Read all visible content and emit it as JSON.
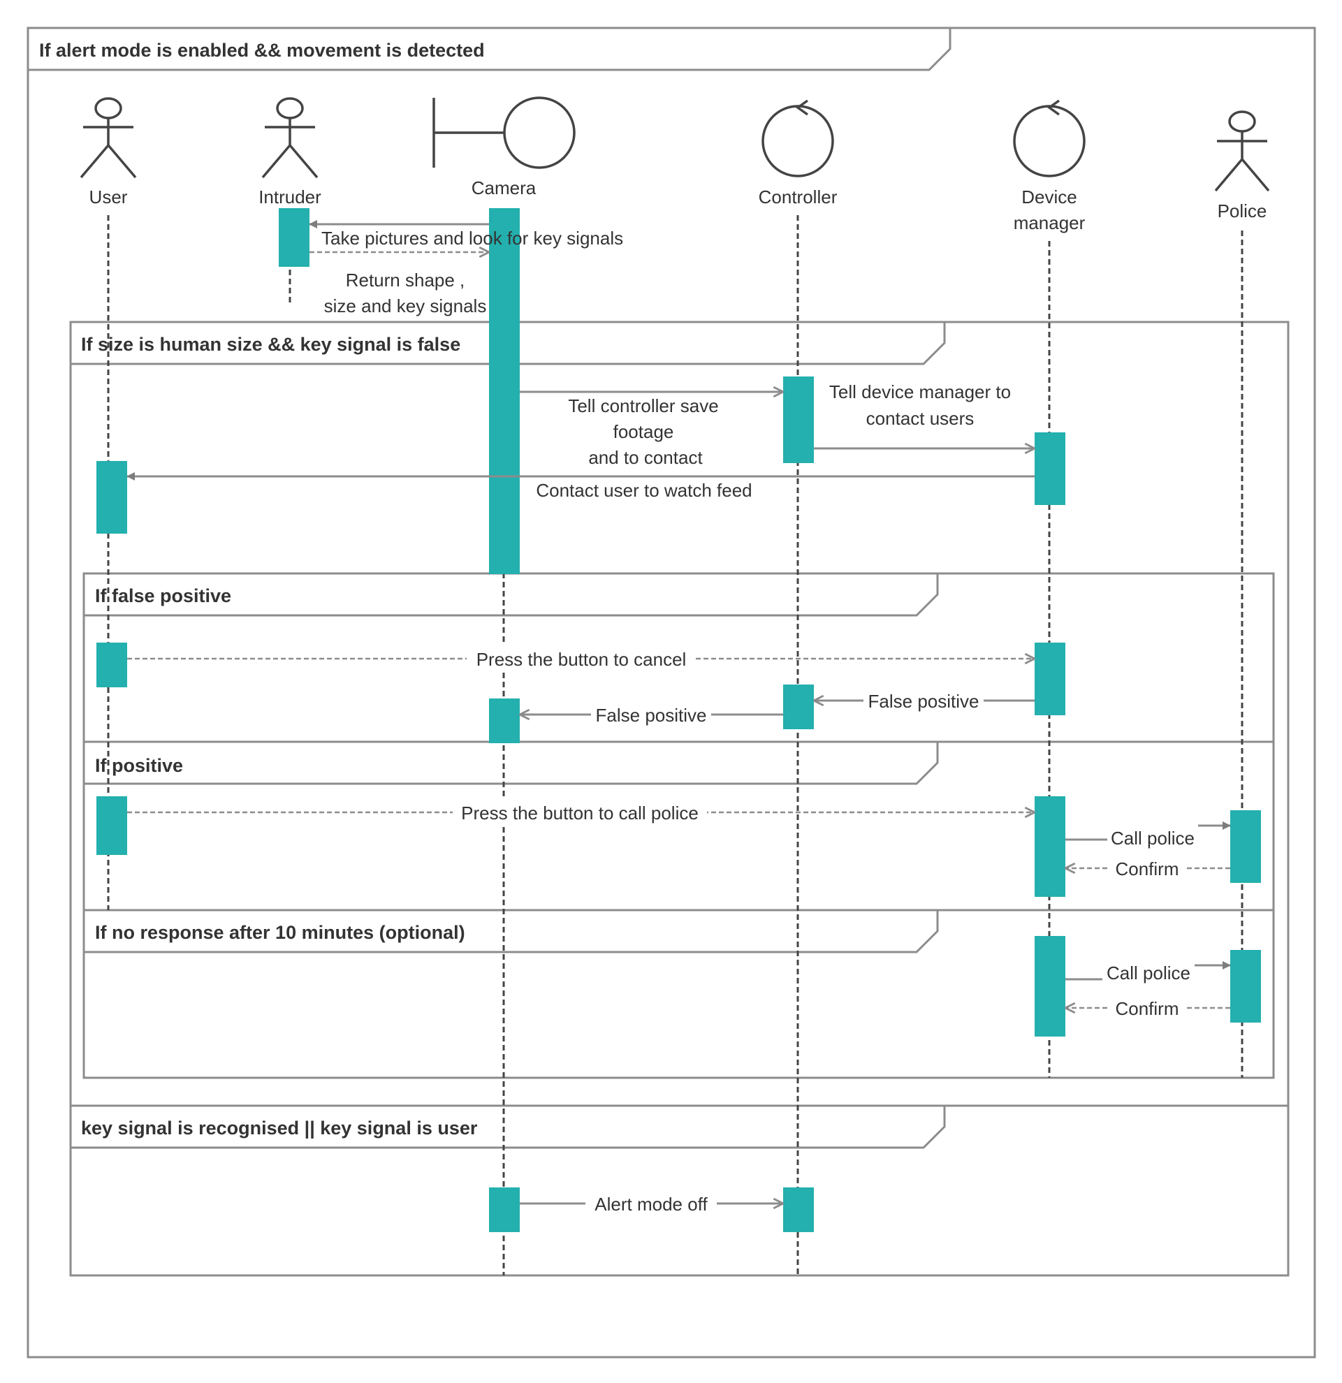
{
  "frames": {
    "outer": "If alert mode is enabled && movement  is detected",
    "human": "If size is human size && key signal is false",
    "false_positive": "If false positive",
    "positive": "If positive",
    "no_response": "If no response after 10 minutes  (optional)",
    "key_signal": "key signal is recognised || key signal is user"
  },
  "actors": {
    "user": "User",
    "intruder": "Intruder",
    "camera": "Camera",
    "controller": "Controller",
    "device_manager_line1": "Device",
    "device_manager_line2": "manager",
    "police": "Police"
  },
  "messages": {
    "take_pictures": "Take  pictures and look for key signals",
    "return_shape_1": "Return shape ,",
    "return_shape_2": "size and key signals",
    "tell_controller_1": "Tell  controller  save",
    "tell_controller_2": "footage",
    "tell_controller_3": "and to contact",
    "tell_dm_1": "Tell  device manager to",
    "tell_dm_2": "contact users",
    "contact_user": "Contact user to watch feed",
    "press_cancel": "Press the button to cancel",
    "false_positive_dm": "False positive",
    "false_positive_ctrl": "False positive",
    "press_call_police": "Press the button to call police",
    "call_police_1": "Call police",
    "confirm_1": "Confirm",
    "call_police_2": "Call police",
    "confirm_2": "Confirm",
    "alert_mode_off": "Alert mode off"
  }
}
